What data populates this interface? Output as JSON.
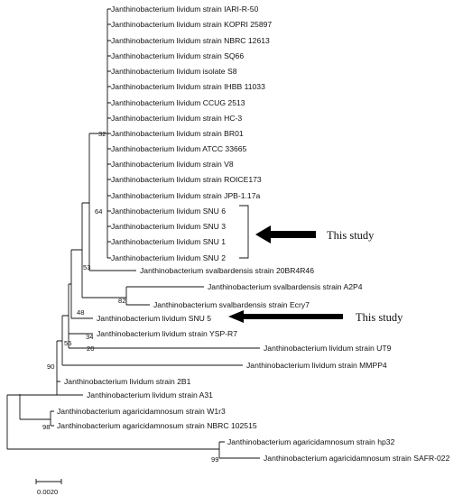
{
  "tree": {
    "leaves": {
      "iari": "Janthinobacterium lividum strain IARI-R-50",
      "kopri": "Janthinobacterium lividum strain KOPRI 25897",
      "nbrc12613": "Janthinobacterium lividum strain NBRC 12613",
      "sq66": "Janthinobacterium lividum strain SQ66",
      "s8": "Janthinobacterium lividum isolate S8",
      "ihbb": "Janthinobacterium lividum strain IHBB 11033",
      "ccug": "Janthinobacterium lividum CCUG 2513",
      "hc3": "Janthinobacterium lividum strain HC-3",
      "br01": "Janthinobacterium lividum strain BR01",
      "atcc": "Janthinobacterium lividum ATCC 33665",
      "v8": "Janthinobacterium lividum strain V8",
      "roice": "Janthinobacterium lividum strain ROICE173",
      "jpb": "Janthinobacterium lividum strain JPB-1.17a",
      "snu6": "Janthinobacterium lividum SNU 6",
      "snu3": "Janthinobacterium lividum SNU 3",
      "snu1": "Janthinobacterium lividum SNU 1",
      "snu2": "Janthinobacterium lividum SNU 2",
      "svb20": "Janthinobacterium svalbardensis strain 20BR4R46",
      "sva2p4": "Janthinobacterium svalbardensis strain A2P4",
      "svecry": "Janthinobacterium svalbardensis strain Ecry7",
      "snu5": "Janthinobacterium lividum SNU 5",
      "ysp": "Janthinobacterium lividum strain YSP-R7",
      "ut9": "Janthinobacterium lividum strain UT9",
      "mmpp4": "Janthinobacterium lividum strain MMPP4",
      "b21": "Janthinobacterium lividum strain 2B1",
      "a31": "Janthinobacterium lividum strain A31",
      "w1r3": "Janthinobacterium agaricidamnosum strain W1r3",
      "nbrc102515": "Janthinobacterium agaricidamnosum strain NBRC 102515",
      "hp32": "Janthinobacterium agaricidamnosum strain hp32",
      "safr": "Janthinobacterium agaricidamnosum strain SAFR-022"
    },
    "bootstrap": {
      "b32": "32",
      "b64": "64",
      "b53": "53",
      "b82": "82",
      "b48": "48",
      "b34": "34",
      "b20": "20",
      "b55": "55",
      "b90": "90",
      "b98": "98",
      "b99": "99"
    },
    "annotations": {
      "study_snu": "This study",
      "study_snu5": "This study"
    },
    "scale_label": "0.0020"
  }
}
